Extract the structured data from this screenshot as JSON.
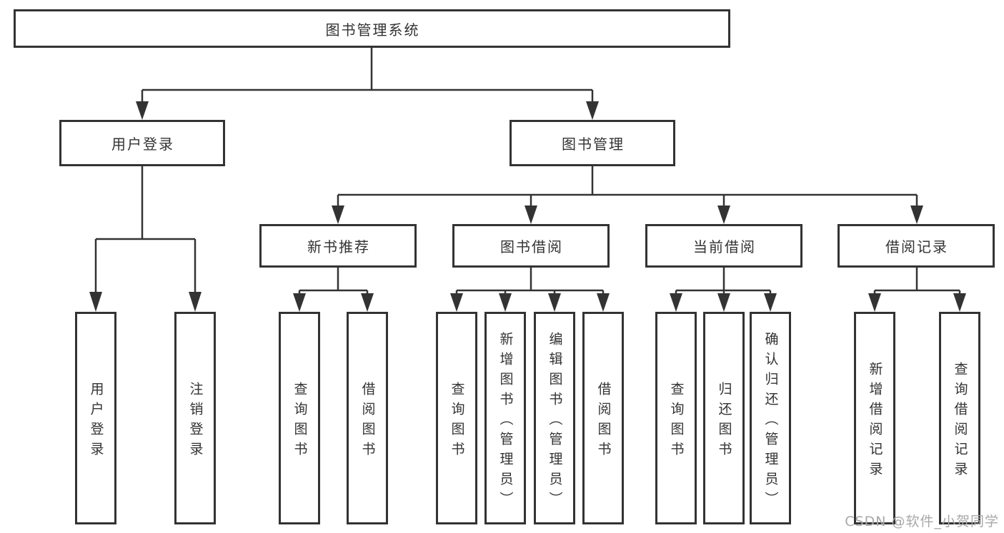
{
  "colors": {
    "line": "#333333",
    "box_border": "#333333",
    "text": "#333333",
    "watermark": "#a8a8a8",
    "background": "#ffffff"
  },
  "watermark": {
    "text": "CSDN @软件_小贺同学"
  },
  "tree": {
    "root": "图书管理系统",
    "children": [
      {
        "label": "用户登录",
        "children": [
          "用户登录",
          "注销登录"
        ]
      },
      {
        "label": "图书管理",
        "children": [
          {
            "label": "新书推荐",
            "children": [
              "查询图书",
              "借阅图书"
            ]
          },
          {
            "label": "图书借阅",
            "children": [
              "查询图书",
              "新增图书（管理员）",
              "编辑图书（管理员）",
              "借阅图书"
            ]
          },
          {
            "label": "当前借阅",
            "children": [
              "查询图书",
              "归还图书",
              "确认归还（管理员）"
            ]
          },
          {
            "label": "借阅记录",
            "children": [
              "新增借阅记录",
              "查询借阅记录"
            ]
          }
        ]
      }
    ]
  }
}
